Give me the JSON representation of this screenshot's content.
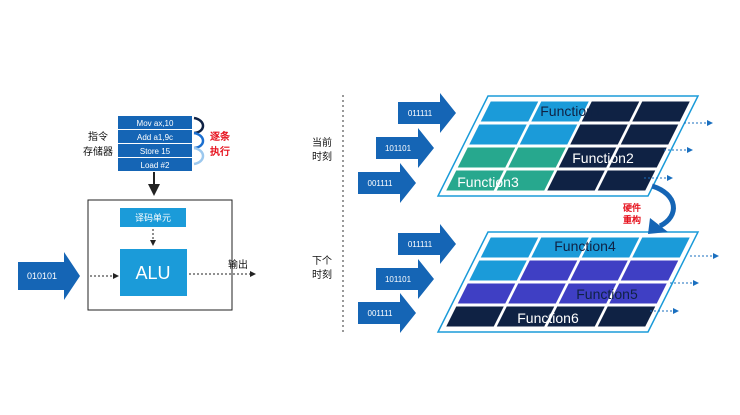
{
  "left": {
    "instructions": [
      "Mov ax,10",
      "Add a1,9c",
      "Store 15",
      "Load #2"
    ],
    "memory_label": [
      "指令",
      "存储器"
    ],
    "sequential_label": [
      "逐条",
      "执行"
    ],
    "decode_unit": "译码单元",
    "alu": "ALU",
    "input_value": "010101",
    "output_label": "输出"
  },
  "right": {
    "current_label": [
      "当前",
      "时刻"
    ],
    "next_label": [
      "下个",
      "时刻"
    ],
    "reconfig_label": [
      "硬件",
      "重构"
    ],
    "top_inputs": [
      "011111",
      "101101",
      "001111"
    ],
    "bottom_inputs": [
      "011111",
      "101101",
      "001111"
    ],
    "top_functions": [
      "Function1",
      "Function2",
      "Function3"
    ],
    "bottom_functions": [
      "Function4",
      "Function5",
      "Function6"
    ]
  },
  "colors": {
    "instruction_fill": "#1565b5",
    "light_blue": "#1b9bd9",
    "dark_navy": "#0f2244",
    "teal": "#27a88e",
    "purple": "#3f3fc4",
    "accent_red": "#e6131f",
    "arrow_blue": "#1a6fbf"
  }
}
